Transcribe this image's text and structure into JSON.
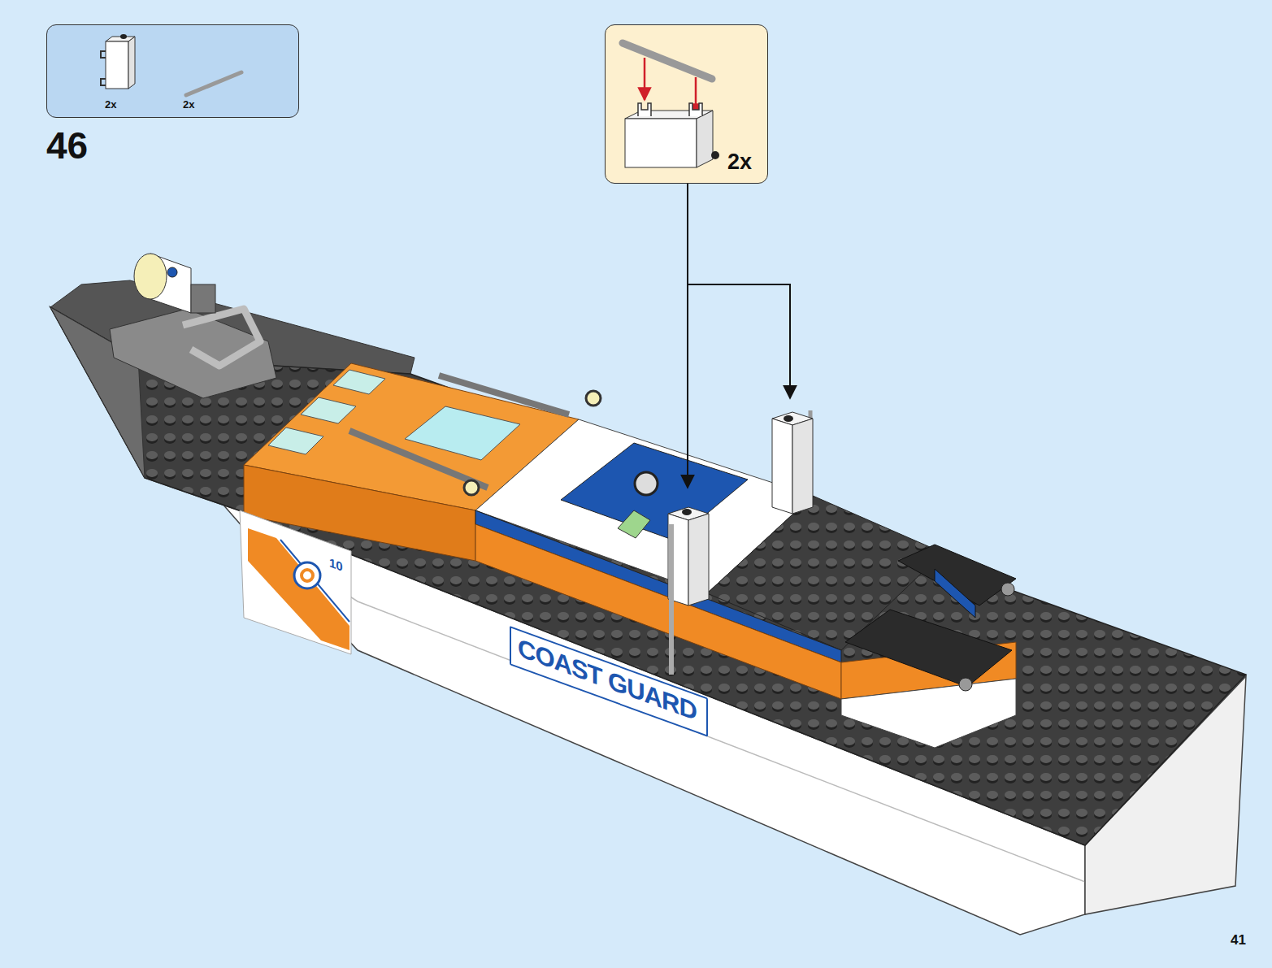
{
  "diagram": {
    "nodes": [
      {
        "text": [
          "2x",
          "2x"
        ]
      },
      {
        "text": [
          "2x"
        ]
      },
      {
        "text": [
          "COAST GUARD"
        ]
      }
    ],
    "labels": [
      "46",
      "10",
      "41"
    ]
  }
}
